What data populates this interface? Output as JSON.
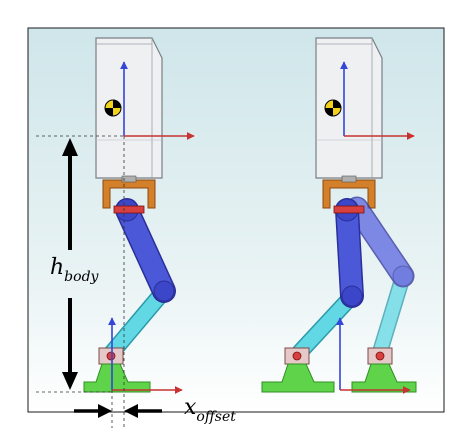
{
  "labels": {
    "h": "h",
    "body_sub": "body",
    "x": "x",
    "offset_sub": "offset"
  },
  "colors": {
    "bg_top": "#cfe6ea",
    "bg_bottom": "#ffffff",
    "frame": "#1a1a1a",
    "body_fill": "#eef0f2",
    "body_stroke": "#7a7f86",
    "thigh": "#4b58d8",
    "thigh_dark": "#2a2f9a",
    "shank": "#62d8e4",
    "shank_dark": "#2a9aaa",
    "hip_bracket": "#d4802a",
    "foot": "#5fd44a",
    "foot_dark": "#2f8f22",
    "ankle": "#e7c8c8",
    "axis_x": "#c83232",
    "axis_z": "#3545d8",
    "arrow": "#000000"
  },
  "icons": {
    "center_of_mass": "center-of-mass-icon"
  }
}
